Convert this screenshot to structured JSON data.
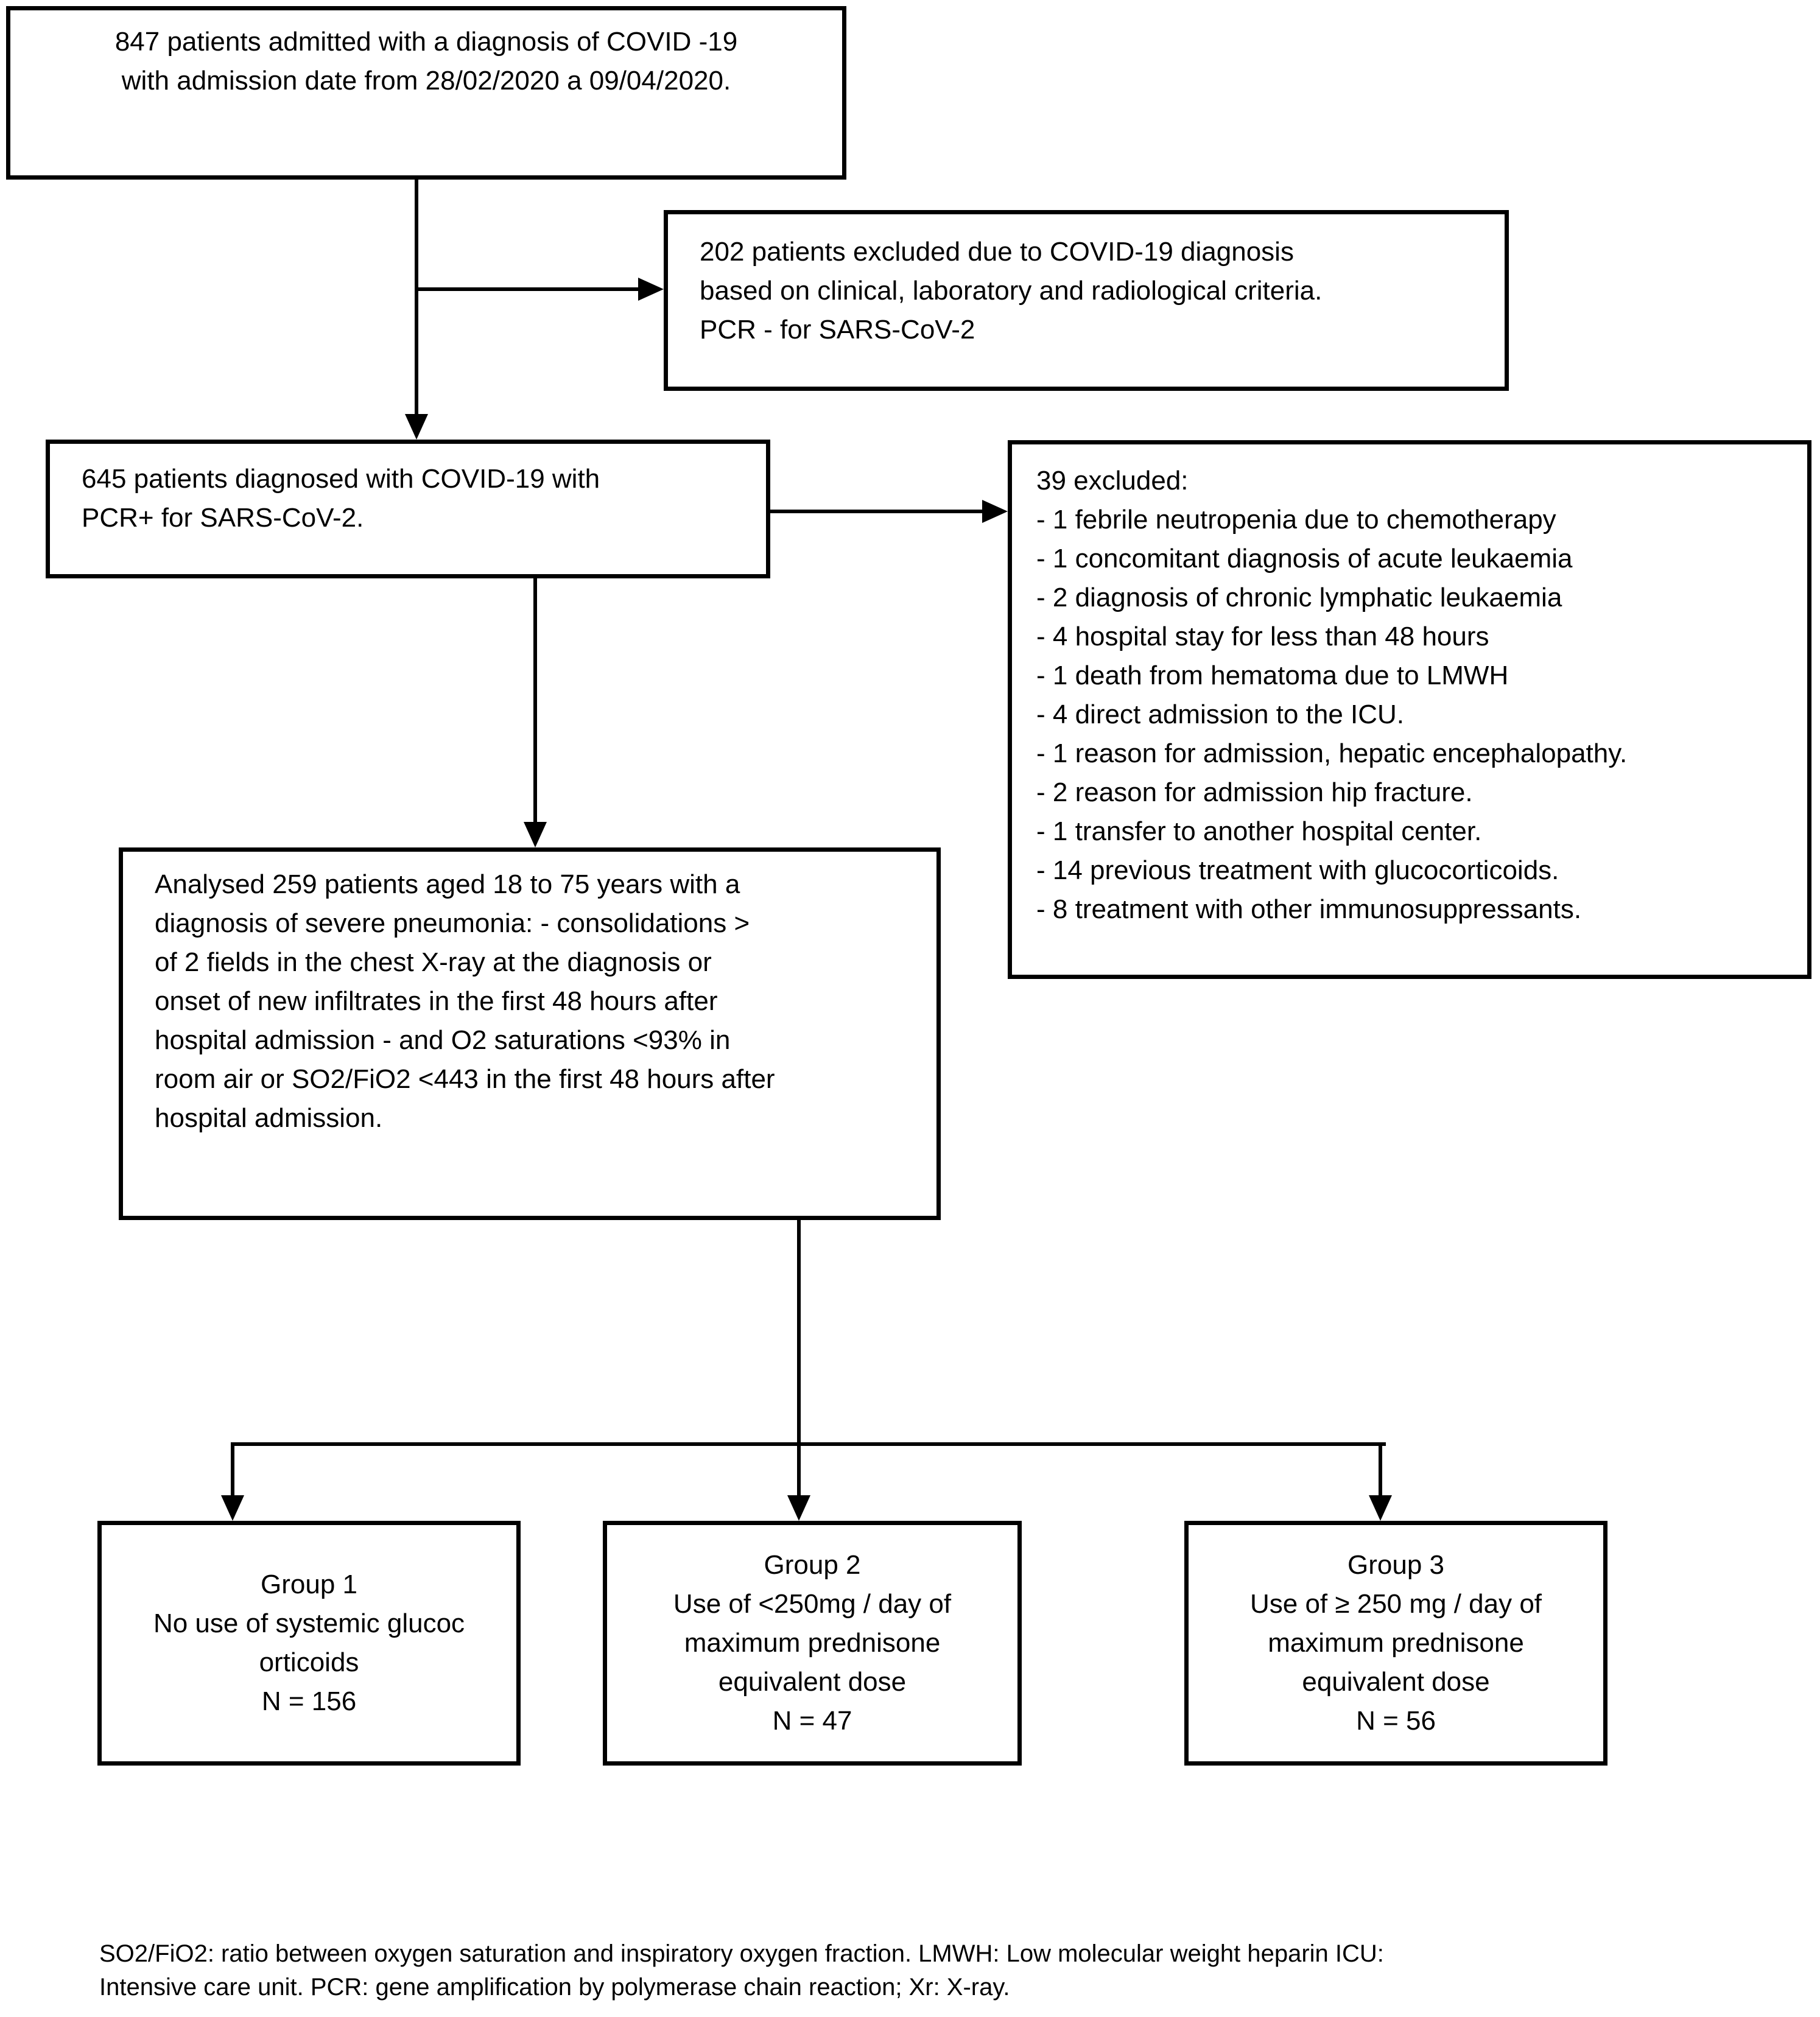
{
  "boxes": {
    "admitted": {
      "lines": [
        "847 patients admitted with a diagnosis of COVID -19",
        "with admission date from 28/02/2020 a 09/04/2020."
      ]
    },
    "excluded202": {
      "lines": [
        "202 patients excluded due to COVID-19 diagnosis",
        "based on clinical, laboratory and radiological criteria.",
        "PCR - for SARS-CoV-2"
      ]
    },
    "pcrPositive": {
      "lines": [
        "645 patients diagnosed with COVID-19 with",
        "PCR+ for SARS-CoV-2."
      ]
    },
    "excluded39": {
      "lines": [
        "39 excluded:",
        "- 1 febrile neutropenia due to chemotherapy",
        "- 1 concomitant diagnosis of acute leukaemia",
        "- 2 diagnosis of chronic lymphatic leukaemia",
        "- 4 hospital stay for less than 48 hours",
        "- 1 death from hematoma due to LMWH",
        "- 4 direct admission to the ICU.",
        "- 1 reason for admission, hepatic encephalopathy.",
        "- 2 reason for admission hip fracture.",
        "- 1 transfer to another hospital center.",
        "- 14 previous treatment with glucocorticoids.",
        "- 8 treatment with other immunosuppressants."
      ]
    },
    "analysed": {
      "lines": [
        "Analysed 259 patients aged 18 to 75 years with a",
        "diagnosis of severe pneumonia: - consolidations >",
        "of 2 fields in the chest X-ray at the diagnosis or",
        "onset of new infiltrates in the first 48 hours after",
        "hospital admission - and O2 saturations <93% in",
        "room air or SO2/FiO2 <443 in the first 48 hours after",
        "hospital admission."
      ]
    },
    "group1": {
      "lines": [
        "Group 1",
        "No use of systemic glucoc",
        "orticoids",
        "N = 156"
      ]
    },
    "group2": {
      "lines": [
        "Group 2",
        "Use of <250mg / day of",
        "maximum prednisone",
        "equivalent dose",
        "N = 47"
      ]
    },
    "group3": {
      "lines": [
        "Group 3",
        "Use of ≥ 250 mg / day of",
        "maximum prednisone",
        "equivalent dose",
        "N = 56"
      ]
    }
  },
  "footer": {
    "lines": [
      "SO2/FiO2: ratio between oxygen saturation and inspiratory oxygen fraction. LMWH: Low molecular weight heparin ICU:",
      "Intensive care unit. PCR: gene amplification by polymerase chain reaction; Xr: X-ray."
    ]
  },
  "colors": {
    "ink": "#000000",
    "background": "#ffffff"
  }
}
